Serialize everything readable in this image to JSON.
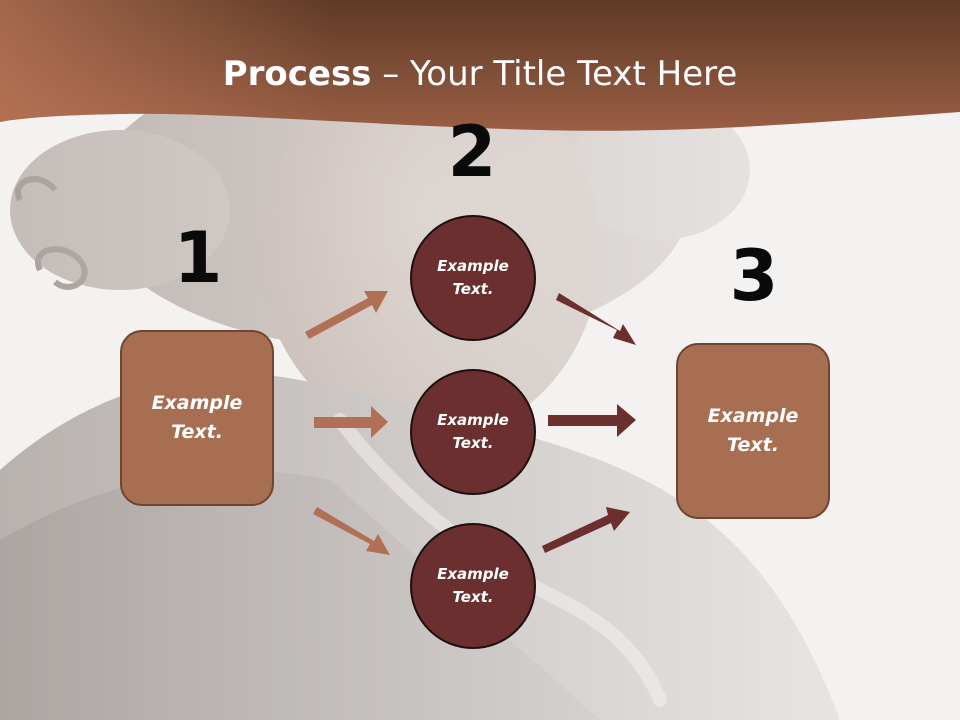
{
  "title": {
    "bold": "Process",
    "rest": " – Your Title Text Here"
  },
  "steps": {
    "one": "1",
    "two": "2",
    "three": "3"
  },
  "left_box": {
    "label": "Example\nText."
  },
  "right_box": {
    "label": "Example\nText."
  },
  "circles": [
    {
      "label": "Example\nText."
    },
    {
      "label": "Example\nText."
    },
    {
      "label": "Example\nText."
    }
  ],
  "colors": {
    "header_top": "#5e3a27",
    "header_bottom": "#9a5e44",
    "box_fill": "#a86e51",
    "circle_fill": "#6b2f2f",
    "arrow_left": "#b07055",
    "arrow_right": "#6b2f2f"
  }
}
